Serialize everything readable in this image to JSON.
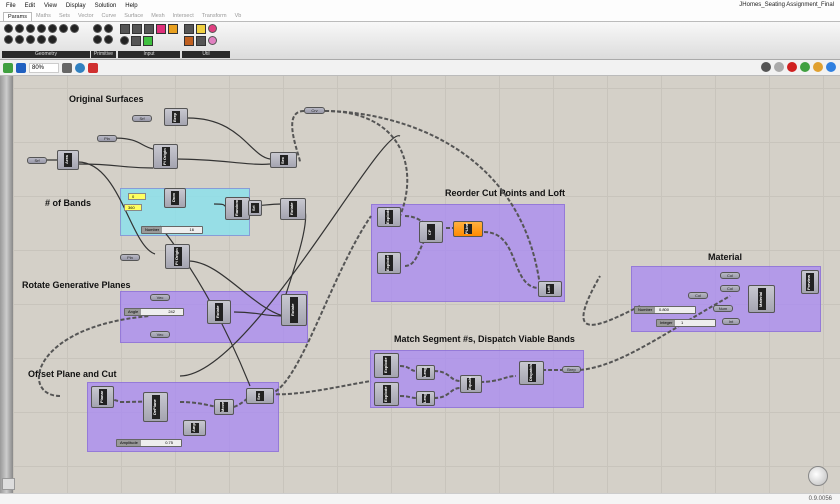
{
  "menu": [
    "File",
    "Edit",
    "View",
    "Display",
    "Solution",
    "Help"
  ],
  "document_title": "JHomes_Seating Assignment_Final",
  "tabs": [
    "Params",
    "Maths",
    "Sets",
    "Vector",
    "Curve",
    "Surface",
    "Mesh",
    "Intersect",
    "Transform",
    "Vb"
  ],
  "active_tab": "Params",
  "ribbon_panels": [
    "Geometry",
    "Primitive",
    "Input",
    "Util"
  ],
  "toolbar": {
    "zoom": "80%"
  },
  "groups": {
    "original_surfaces": "Original Surfaces",
    "num_bands": "# of Bands",
    "rotate_planes": "Rotate Generative Planes",
    "offset_cut": "Offset Plane and Cut",
    "reorder_loft": "Reorder Cut Points and Loft",
    "match_dispatch": "Match Segment #s, Dispatch Viable Bands",
    "material": "Material"
  },
  "components": {
    "srf1": "Srf",
    "srf2": "Srf",
    "pln1": "Pln",
    "pln2": "Pln",
    "crv": "Crv",
    "brep": "Brep",
    "area": "Area",
    "plorigin1": "Pl Origin",
    "plorigin2": "Pl Origin",
    "sec1": "Sec",
    "panel1": "0",
    "panel2": "360",
    "dom": "Dom",
    "random": "Random",
    "srt": "Srt",
    "rotate1": "Rotate",
    "vec": "Vec",
    "rotate2": "Rotate",
    "vec2": "Vec",
    "planar": "Planar",
    "deplane": "DePlane",
    "move": "Move",
    "amp": "Amp",
    "sec2": "Sec",
    "explode1": "Explode",
    "explode2": "Explode",
    "cp": "CP",
    "pline": "PLine",
    "loft": "Loft",
    "explode3": "Explode",
    "explode4": "Explode",
    "leng1": "Leng",
    "leng2": "Leng",
    "equals": "Equals",
    "dispatch": "Dispatch",
    "brep_out": "Brep",
    "col1": "Col",
    "col2": "Col",
    "col3": "Col",
    "num": "Num",
    "int": "Int",
    "material": "Material",
    "preview": "Preview"
  },
  "sliders": {
    "number": {
      "name": "Number",
      "value": "16"
    },
    "angle": {
      "name": "Angle",
      "value": "242"
    },
    "amplitude": {
      "name": "Amplitude",
      "value": "0.75"
    },
    "number2": {
      "name": "Number",
      "value": "0.800"
    },
    "integer": {
      "name": "Integer",
      "value": "1"
    }
  },
  "status": "0.9.0056"
}
